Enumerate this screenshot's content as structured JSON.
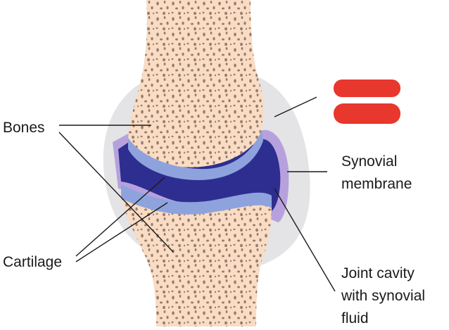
{
  "labels": {
    "bones": "Bones",
    "cartilage": "Cartilage",
    "synovial_membrane": [
      "Synovial",
      "membrane"
    ],
    "joint_cavity": [
      "Joint cavity",
      "with synovial",
      "fluid"
    ]
  },
  "colors": {
    "bone": "#f9dcc3",
    "bone_pores": "#8a7366",
    "capsule": "#e4e4e6",
    "cartilage": "#8ea3dd",
    "synovial_fluid": "#2e2e90",
    "synovial_membrane": "#b7a1dd",
    "marker": "#e8372c",
    "leader_line": "#1a1a1a"
  }
}
